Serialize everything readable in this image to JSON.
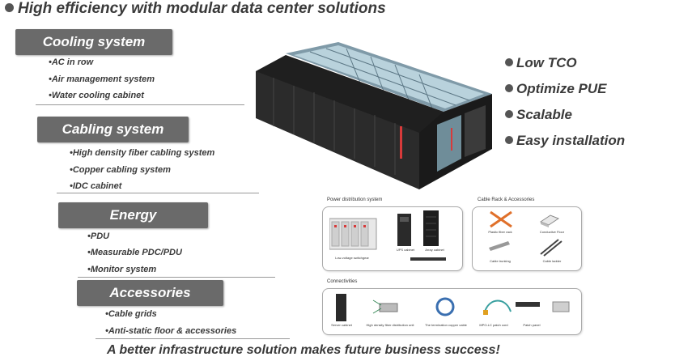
{
  "headline": "High efficiency with modular data center solutions",
  "categories": [
    {
      "title": "Cooling system",
      "items": [
        "•AC in row",
        "•Air management system",
        "•Water cooling cabinet"
      ]
    },
    {
      "title": "Cabling system",
      "items": [
        "•High density fiber cabling system",
        "•Copper cabling system",
        "•IDC cabinet"
      ]
    },
    {
      "title": "Energy",
      "items": [
        "•PDU",
        "•Measurable PDC/PDU",
        "•Monitor system"
      ]
    },
    {
      "title": "Accessories",
      "items": [
        "•Cable grids",
        "•Anti-static floor & accessories"
      ]
    }
  ],
  "benefits": [
    "Low TCO",
    "Optimize PUE",
    "Scalable",
    "Easy installation"
  ],
  "panels": {
    "power": {
      "title": "Power distribution system",
      "labels": [
        "Low-voltage switchgear",
        "UPS cabinet",
        "Array cabinet"
      ]
    },
    "cable_rack": {
      "title": "Cable Rack & Accessories",
      "labels": [
        "Plastic fiber rack",
        "Conductive Floor",
        "Cable trunking",
        "Cable ladder"
      ]
    },
    "connectivities": {
      "title": "Connectivities",
      "labels": [
        "Server cabinet",
        "High density fiber distribution unit",
        "The termination copper cable",
        "MPO-LC patch cord",
        "Patch panel"
      ]
    }
  },
  "tagline": "A better infrastructure solution makes future business success!",
  "colors": {
    "category_box": "#6a6a6a",
    "text": "#3a3a3a",
    "accent_red": "#d83a3a"
  }
}
